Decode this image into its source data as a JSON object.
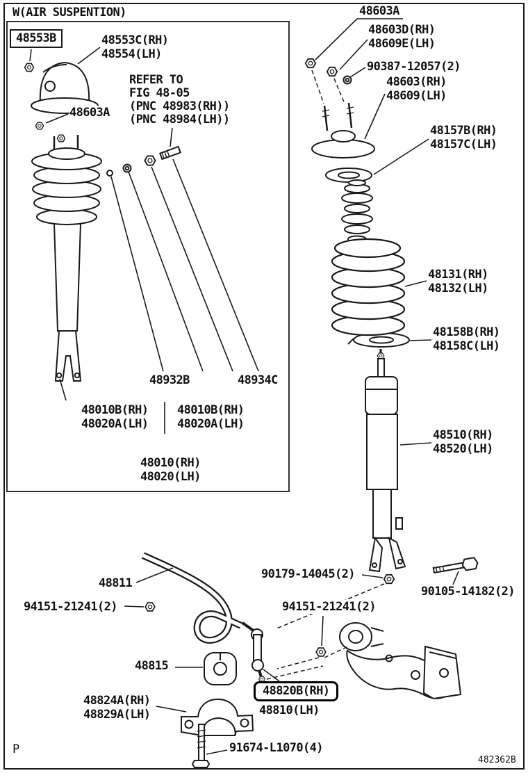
{
  "meta": {
    "title_note": "W(AIR SUSPENTION)",
    "page_letter": "P",
    "drawing_number": "482362B"
  },
  "colors": {
    "line": "#1a1a1a",
    "background": "#ffffff",
    "highlight_border": "#000000"
  },
  "callouts": {
    "c48553B": {
      "lines": [
        "48553B"
      ]
    },
    "c48553C": {
      "lines": [
        "48553C(RH)",
        "48554(LH)"
      ]
    },
    "c48603A_box": {
      "lines": [
        "48603A"
      ]
    },
    "refer_note": {
      "lines": [
        "REFER TO",
        "FIG 48-05",
        "(PNC 48983(RH))",
        "(PNC 48984(LH))"
      ]
    },
    "c48932B": {
      "lines": [
        "48932B"
      ]
    },
    "c48934C": {
      "lines": [
        "48934C"
      ]
    },
    "c48010B_left": {
      "lines": [
        "48010B(RH)",
        "48020A(LH)"
      ]
    },
    "c48010B_right": {
      "lines": [
        "48010B(RH)",
        "48020A(LH)"
      ]
    },
    "c48010": {
      "lines": [
        "48010(RH)",
        "48020(LH)"
      ]
    },
    "c48603A_top": {
      "lines": [
        "48603A"
      ]
    },
    "c48603D": {
      "lines": [
        "48603D(RH)",
        "48609E(LH)"
      ]
    },
    "c90387": {
      "lines": [
        "90387-12057(2)"
      ]
    },
    "c48603": {
      "lines": [
        "48603(RH)",
        "48609(LH)"
      ]
    },
    "c48157B": {
      "lines": [
        "48157B(RH)",
        "48157C(LH)"
      ]
    },
    "c48131": {
      "lines": [
        "48131(RH)",
        "48132(LH)"
      ]
    },
    "c48158B": {
      "lines": [
        "48158B(RH)",
        "48158C(LH)"
      ]
    },
    "c48510": {
      "lines": [
        "48510(RH)",
        "48520(LH)"
      ]
    },
    "c48811": {
      "lines": [
        "48811"
      ]
    },
    "c90179": {
      "lines": [
        "90179-14045(2)"
      ]
    },
    "c90105": {
      "lines": [
        "90105-14182(2)"
      ]
    },
    "c94151_left": {
      "lines": [
        "94151-21241(2)"
      ]
    },
    "c94151_right": {
      "lines": [
        "94151-21241(2)"
      ]
    },
    "c48815": {
      "lines": [
        "48815"
      ]
    },
    "c48820B": {
      "lines": [
        "48820B(RH)"
      ],
      "highlighted": true
    },
    "c48810": {
      "lines": [
        "48810(LH)"
      ]
    },
    "c48824A": {
      "lines": [
        "48824A(RH)",
        "48829A(LH)"
      ]
    },
    "c91674": {
      "lines": [
        "91674-L1070(4)"
      ]
    }
  }
}
